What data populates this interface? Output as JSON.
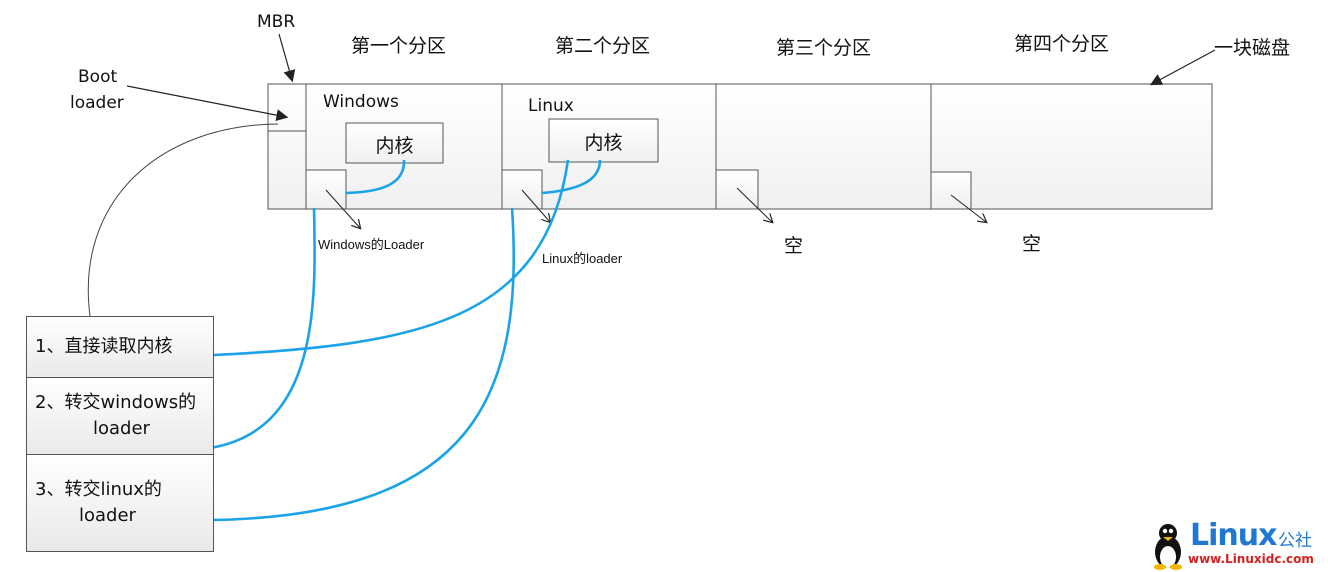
{
  "labels": {
    "mbr": "MBR",
    "boot_loader_line1": "Boot",
    "boot_loader_line2": "loader",
    "disk": "一块磁盘"
  },
  "partitions": [
    {
      "title": "第一个分区",
      "os": "Windows",
      "kernel": "内核",
      "loader_label": "Windows的Loader"
    },
    {
      "title": "第二个分区",
      "os": "Linux",
      "kernel": "内核",
      "loader_label": "Linux的loader"
    },
    {
      "title": "第三个分区",
      "empty_label": "空"
    },
    {
      "title": "第四个分区",
      "empty_label": "空"
    }
  ],
  "boot_options": [
    {
      "line1": "1、直接读取内核",
      "line2": ""
    },
    {
      "line1": "2、转交windows的",
      "line2": "loader"
    },
    {
      "line1": "3、转交linux的",
      "line2": "loader"
    }
  ],
  "logo": {
    "name": "Linux",
    "suffix": "公社",
    "url": "www.Linuxidc.com"
  },
  "colors": {
    "link_line": "#1aa3e8",
    "outline": "#555555",
    "logo_blue": "#1f78d1",
    "logo_red": "#d62020"
  }
}
